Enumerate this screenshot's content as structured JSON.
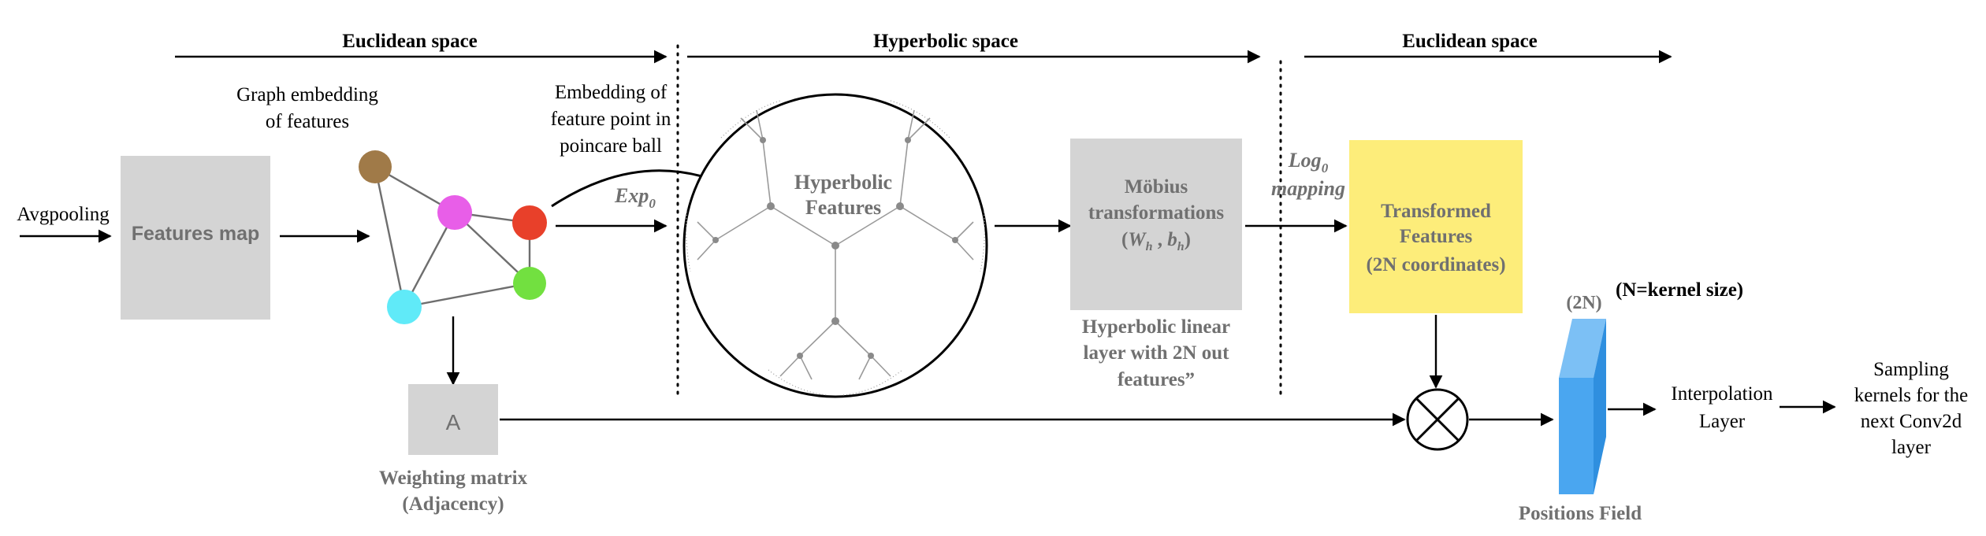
{
  "space_labels": {
    "euclidean_left": "Euclidean space",
    "hyperbolic": "Hyperbolic space",
    "euclidean_right": "Euclidean space"
  },
  "input": {
    "label": "Avgpooling"
  },
  "features_map": {
    "label": "Features map"
  },
  "graph": {
    "caption_line1": "Graph embedding",
    "caption_line2": "of features",
    "node_colors": [
      "#a07a48",
      "#e85ee8",
      "#e8402a",
      "#72e040",
      "#60eaf8"
    ]
  },
  "embedding_note": {
    "line1": "Embedding of",
    "line2": "feature point in",
    "line3": "poincare ball"
  },
  "exp_map": {
    "label": "Exp",
    "sub": "0"
  },
  "hyperbolic_features": {
    "line1": "Hyperbolic",
    "line2": "Features"
  },
  "mobius": {
    "line1": "Möbius",
    "line2": "transformations",
    "line3_open": "(",
    "w": "W",
    "w_sub": "h",
    "sep": " , ",
    "b": "b",
    "b_sub": "h",
    "line3_close": ")"
  },
  "hyperbolic_linear": {
    "line1": "Hyperbolic linear",
    "line2": "layer with 2N out",
    "line3": "features”"
  },
  "log_map": {
    "label": "Log",
    "sub": "0",
    "line2": "mapping"
  },
  "transformed": {
    "line1": "Transformed",
    "line2": "Features",
    "line3": "(2N coordinates)",
    "fill": "#fded7a"
  },
  "kernel_note": "(N=kernel size)",
  "positions": {
    "top": "(2N)",
    "caption": "Positions Field",
    "fill": "#4aa6f0"
  },
  "weighting": {
    "box": "A",
    "line1": "Weighting matrix",
    "line2": "(Adjacency)"
  },
  "interpolation": {
    "line1": "Interpolation",
    "line2": "Layer"
  },
  "sampling": {
    "line1": "Sampling",
    "line2": "kernels for the",
    "line3": "next Conv2d",
    "line4": "layer"
  },
  "multiply_icon": "circled-times-icon",
  "colors": {
    "gray_box": "#d4d4d4",
    "gray_text": "#707070"
  }
}
